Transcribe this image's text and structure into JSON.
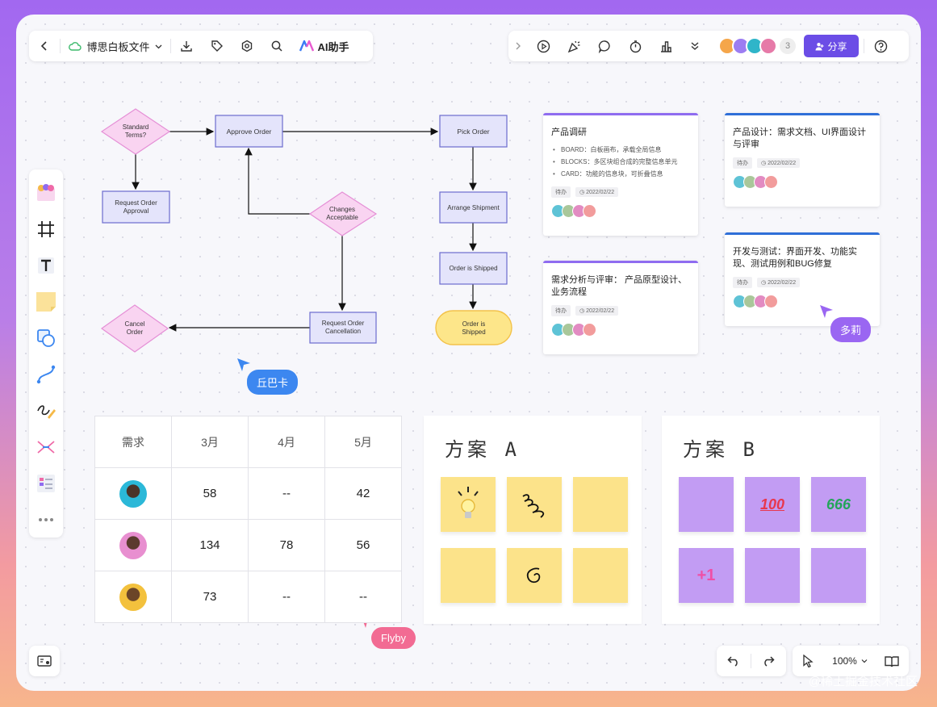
{
  "toolbar_left": {
    "doc_title": "博思白板文件",
    "ai_label": "AI助手",
    "icons": [
      "back-icon",
      "cloud-icon",
      "chevron-down-icon",
      "download-icon",
      "tag-icon",
      "settings-icon",
      "search-icon"
    ]
  },
  "toolbar_right": {
    "collaborator_count": "3",
    "share_label": "分享",
    "icons": [
      "chevron-right-icon",
      "play-icon",
      "celebrate-icon",
      "comment-icon",
      "timer-icon",
      "vote-icon",
      "more-icon",
      "help-icon"
    ]
  },
  "flowchart": {
    "standard_terms": [
      "Standard",
      "Terms?"
    ],
    "approve_order": "Approve Order",
    "pick_order": "Pick Order",
    "request_order_approval": [
      "Request Order",
      "Approval"
    ],
    "changes_acceptable": [
      "Changes",
      "Acceptable"
    ],
    "arrange_shipment": "Arrange Shipment",
    "order_is_shipped_box": "Order is Shipped",
    "order_is_shipped_end": [
      "Order is",
      "Shipped"
    ],
    "cancel_order": [
      "Cancel",
      "Order"
    ],
    "request_order_cancellation": [
      "Request Order",
      "Cancellation"
    ]
  },
  "kanban": {
    "card1": {
      "title": "产品调研",
      "items": [
        "BOARD：白板画布，承载全局信息",
        "BLOCKS：多区块组合成的完整信息单元",
        "CARD：功能的信息块，可折叠信息"
      ],
      "tag": "待办",
      "date": "2022/02/22"
    },
    "card2": {
      "title": "需求分析与评审： 产品原型设计、业务流程",
      "tag": "待办",
      "date": "2022/02/22"
    },
    "card3": {
      "title": "产品设计：需求文档、UI界面设计与评审",
      "tag": "待办",
      "date": "2022/02/22"
    },
    "card4": {
      "title": "开发与测试：界面开发、功能实现、测试用例和BUG修复",
      "tag": "待办",
      "date": "2022/02/22"
    }
  },
  "cursors": {
    "qiubaka": "丘巴卡",
    "duoli": "多莉",
    "flyby": "Flyby"
  },
  "table": {
    "headers": [
      "需求",
      "3月",
      "4月",
      "5月"
    ],
    "rows": [
      [
        "58",
        "--",
        "42"
      ],
      [
        "134",
        "78",
        "56"
      ],
      [
        "73",
        "--",
        "--"
      ]
    ]
  },
  "board_a": {
    "title": "方案 A"
  },
  "board_b": {
    "title": "方案 B",
    "stickers": [
      "100",
      "666",
      "+1"
    ]
  },
  "bottom": {
    "zoom": "100%"
  },
  "watermark": "@稀土掘金技术社区",
  "colors": {
    "accent": "#6b4de6",
    "sticky_yellow": "#fce38a",
    "sticky_purple": "#c29cf3",
    "flow_box": "#e4e4fb",
    "flow_diamond": "#f9d4f1",
    "cursor_blue": "#3c87f0",
    "cursor_purple": "#9a66f2",
    "cursor_pink": "#f26b93"
  }
}
